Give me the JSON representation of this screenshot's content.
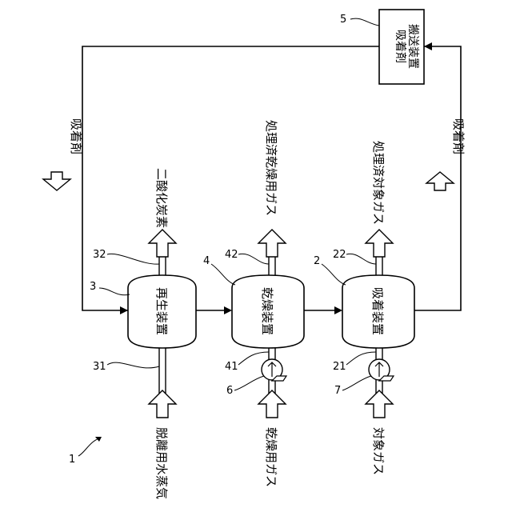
{
  "figure": {
    "label": "1",
    "vessels": {
      "regenerator": {
        "label": "再生装置",
        "ref": "3"
      },
      "dryer": {
        "label": "乾燥装置",
        "ref": "4"
      },
      "absorber": {
        "label": "吸着装置",
        "ref": "2"
      }
    },
    "transport": {
      "label_line1": "吸着剤",
      "label_line2": "搬送装置",
      "ref": "5"
    },
    "pipes": {
      "steam_in": {
        "ref": "31"
      },
      "co2_out": {
        "ref": "32"
      },
      "dry_gas_in": {
        "ref": "41"
      },
      "dry_gas_out": {
        "ref": "42"
      },
      "target_gas_in": {
        "ref": "21"
      },
      "target_gas_out": {
        "ref": "22"
      }
    },
    "pumps": {
      "dryer_pump_ref": "6",
      "absorber_pump_ref": "7"
    },
    "flows": {
      "steam": "脱離用水蒸気",
      "co2": "二酸化炭素",
      "drying_gas": "乾燥用ガス",
      "drying_gas_out": "処理済乾燥用ガス",
      "target_gas": "対象ガス",
      "target_gas_out": "処理済対象ガス",
      "adsorbent_left": "吸着剤",
      "adsorbent_right": "吸着剤"
    }
  }
}
